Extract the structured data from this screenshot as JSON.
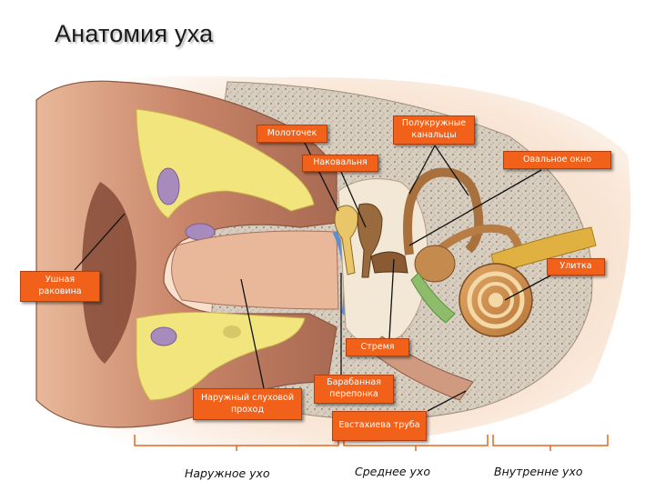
{
  "title": "Анатомия уха",
  "labels": {
    "malleus": "Молоточек",
    "canals": "Полукружные канальцы",
    "incus": "Наковальня",
    "oval_window": "Овальное окно",
    "auricle": "Ушная раковина",
    "cochlea": "Улитка",
    "stapes": "Стремя",
    "eardrum": "Барабанная перепонка",
    "canal": "Наружный слуховой проход",
    "eustachian": "Евстахиева труба"
  },
  "sections": {
    "outer": "Наружное ухо",
    "middle": "Среднее ухо",
    "inner": "Внутренне ухо"
  },
  "colors": {
    "label_bg": "#f2611a",
    "skin": "#c4876a",
    "cartilage": "#f2e57e",
    "bone": "#d9cfc1",
    "bracket": "#e8651e"
  }
}
